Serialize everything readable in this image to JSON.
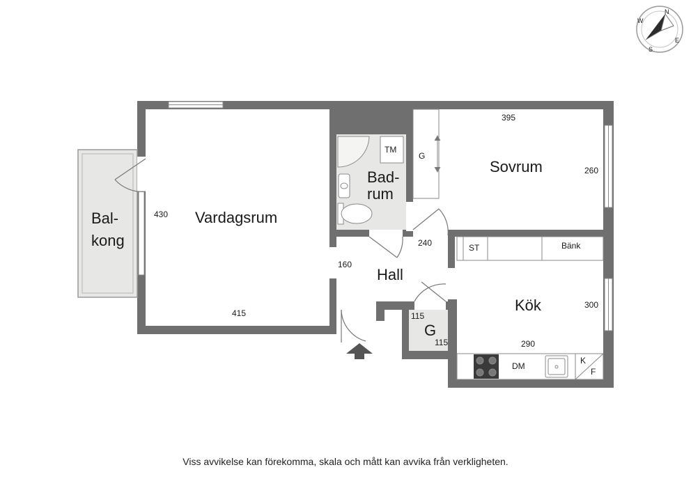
{
  "rooms": {
    "balkong": [
      "Bal-",
      "kong"
    ],
    "vardagsrum": "Vardagsrum",
    "badrum": [
      "Bad-",
      "rum"
    ],
    "sovrum": "Sovrum",
    "hall": "Hall",
    "kok": "Kök",
    "garderob": "G"
  },
  "dimensions": {
    "vardagsrum_height": "430",
    "vardagsrum_width": "415",
    "sovrum_width": "395",
    "sovrum_height": "260",
    "hall_width": "160",
    "hall_depth": "240",
    "kok_height": "300",
    "kok_width": "290",
    "garderob_width": "115",
    "garderob_depth": "115"
  },
  "fixtures": {
    "tvattmaskin": "TM",
    "garderob": "G",
    "stad": "ST",
    "bank": "Bänk",
    "diskmaskin": "DM",
    "kyl": "K",
    "frys": "F"
  },
  "compass": {
    "n": "N",
    "e": "E",
    "s": "S",
    "w": "W"
  },
  "disclaimer": "Viss avvikelse kan förekomma, skala och mått kan avvika från verkligheten.",
  "colors": {
    "wall": "#6f6f6f",
    "floor": "#ffffff",
    "wet_floor": "#e7e7e5",
    "balcony": "#e7e7e5"
  }
}
